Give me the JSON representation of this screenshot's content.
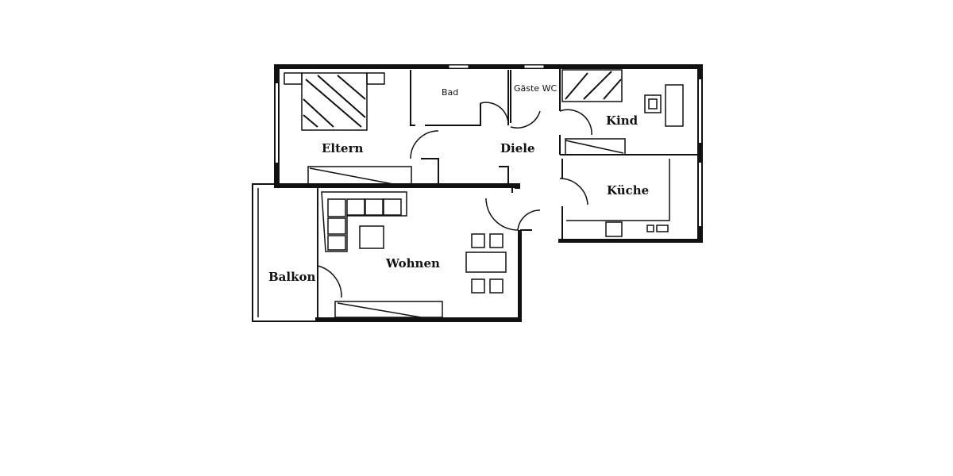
{
  "floorplan": {
    "rooms": {
      "eltern": "Eltern",
      "bad": "Bad",
      "gaeste_wc": "Gäste WC",
      "kind": "Kind",
      "diele": "Diele",
      "kueche": "Küche",
      "wohnen": "Wohnen",
      "balkon": "Balkon"
    },
    "colors": {
      "ink": "#111111",
      "background": "#ffffff"
    }
  }
}
